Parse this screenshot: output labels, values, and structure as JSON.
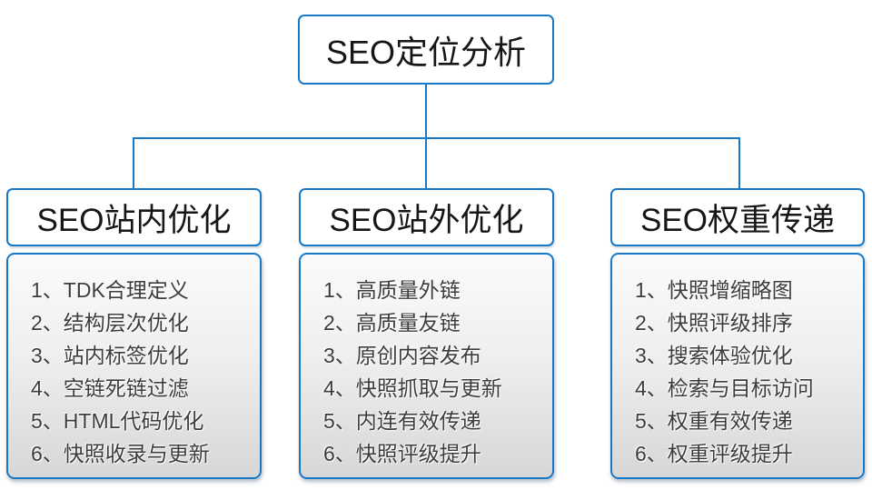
{
  "colors": {
    "accent_border": "#1878c8",
    "node_text": "#161616",
    "list_text": "#3c3c3c",
    "panel_gradient_top": "#fbfbfb",
    "panel_gradient_bottom": "#d7d7d7"
  },
  "root": {
    "label": "SEO定位分析"
  },
  "branches": [
    {
      "title": "SEO站内优化",
      "items": [
        "1、TDK合理定义",
        "2、结构层次优化",
        "3、站内标签优化",
        "4、空链死链过滤",
        "5、HTML代码优化",
        "6、快照收录与更新"
      ]
    },
    {
      "title": "SEO站外优化",
      "items": [
        "1、高质量外链",
        "2、高质量友链",
        "3、原创内容发布",
        "4、快照抓取与更新",
        "5、内连有效传递",
        "6、快照评级提升"
      ]
    },
    {
      "title": "SEO权重传递",
      "items": [
        "1、快照增缩略图",
        "2、快照评级排序",
        "3、搜索体验优化",
        "4、检索与目标访问",
        "5、权重有效传递",
        "6、权重评级提升"
      ]
    }
  ]
}
